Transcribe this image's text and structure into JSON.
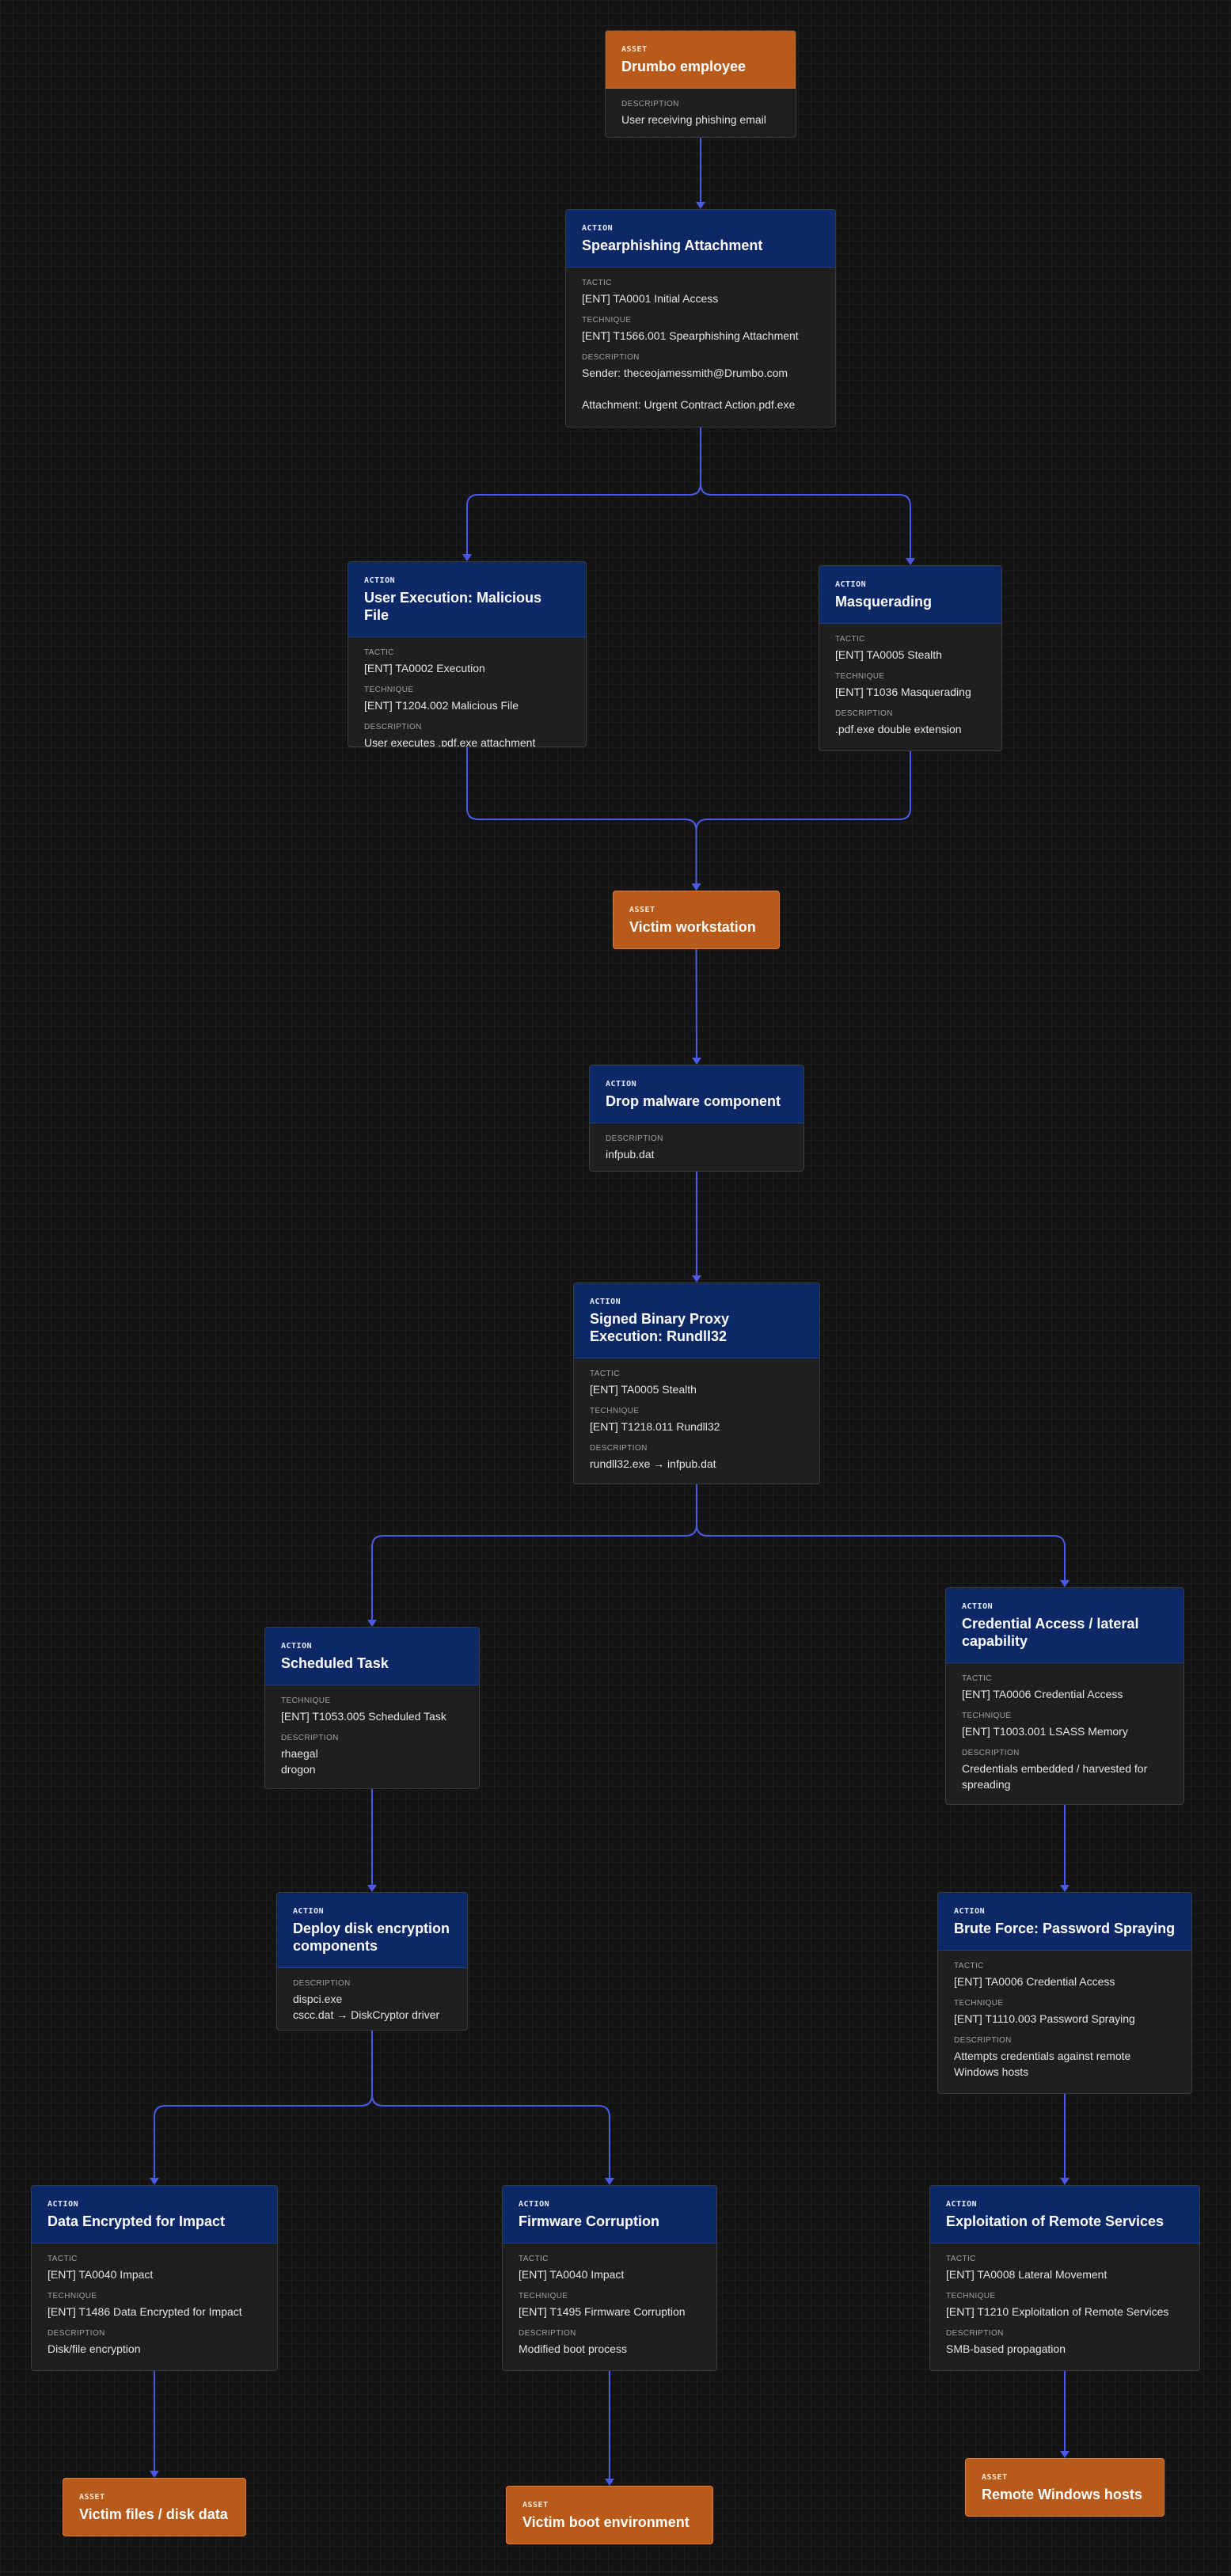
{
  "nodes": [
    {
      "id": "n1",
      "type": "asset-desc",
      "kind": "ASSET",
      "title": "Drumbo employee",
      "sections": [
        {
          "label": "DESCRIPTION",
          "value": "User receiving phishing email"
        }
      ]
    },
    {
      "id": "n2",
      "type": "action",
      "kind": "ACTION",
      "title": "Spearphishing Attachment",
      "sections": [
        {
          "label": "TACTIC",
          "value": "[ENT] TA0001 Initial Access"
        },
        {
          "label": "TECHNIQUE",
          "value": "[ENT] T1566.001 Spearphishing Attachment"
        },
        {
          "label": "DESCRIPTION",
          "value": "Sender: theceojamessmith@Drumbo.com\n\nAttachment: Urgent Contract Action.pdf.exe"
        }
      ]
    },
    {
      "id": "n3",
      "type": "action",
      "kind": "ACTION",
      "title": "User Execution: Malicious File",
      "sections": [
        {
          "label": "TACTIC",
          "value": "[ENT] TA0002 Execution"
        },
        {
          "label": "TECHNIQUE",
          "value": "[ENT] T1204.002 Malicious File"
        },
        {
          "label": "DESCRIPTION",
          "value": "User executes .pdf.exe attachment"
        }
      ]
    },
    {
      "id": "n4",
      "type": "action",
      "kind": "ACTION",
      "title": "Masquerading",
      "sections": [
        {
          "label": "TACTIC",
          "value": "[ENT] TA0005 Stealth"
        },
        {
          "label": "TECHNIQUE",
          "value": "[ENT] T1036 Masquerading"
        },
        {
          "label": "DESCRIPTION",
          "value": ".pdf.exe double extension"
        }
      ]
    },
    {
      "id": "n5",
      "type": "asset",
      "kind": "ASSET",
      "title": "Victim workstation",
      "sections": []
    },
    {
      "id": "n6",
      "type": "action",
      "kind": "ACTION",
      "title": "Drop malware component",
      "sections": [
        {
          "label": "DESCRIPTION",
          "value": "infpub.dat"
        }
      ]
    },
    {
      "id": "n7",
      "type": "action",
      "kind": "ACTION",
      "title": "Signed Binary Proxy Execution: Rundll32",
      "sections": [
        {
          "label": "TACTIC",
          "value": "[ENT] TA0005 Stealth"
        },
        {
          "label": "TECHNIQUE",
          "value": "[ENT] T1218.011 Rundll32"
        },
        {
          "label": "DESCRIPTION",
          "value": "rundll32.exe → infpub.dat"
        }
      ]
    },
    {
      "id": "n8",
      "type": "action",
      "kind": "ACTION",
      "title": "Scheduled Task",
      "sections": [
        {
          "label": "TECHNIQUE",
          "value": "[ENT] T1053.005 Scheduled Task"
        },
        {
          "label": "DESCRIPTION",
          "value": "rhaegal\ndrogon"
        }
      ]
    },
    {
      "id": "n9",
      "type": "action",
      "kind": "ACTION",
      "title": "Credential Access / lateral capability",
      "sections": [
        {
          "label": "TACTIC",
          "value": "[ENT] TA0006 Credential Access"
        },
        {
          "label": "TECHNIQUE",
          "value": "[ENT] T1003.001 LSASS Memory"
        },
        {
          "label": "DESCRIPTION",
          "value": "Credentials embedded / harvested for spreading"
        }
      ]
    },
    {
      "id": "n10",
      "type": "action",
      "kind": "ACTION",
      "title": "Deploy disk encryption components",
      "sections": [
        {
          "label": "DESCRIPTION",
          "value": "dispci.exe\ncscc.dat → DiskCryptor driver"
        }
      ]
    },
    {
      "id": "n11",
      "type": "action",
      "kind": "ACTION",
      "title": "Brute Force: Password Spraying",
      "sections": [
        {
          "label": "TACTIC",
          "value": "[ENT] TA0006 Credential Access"
        },
        {
          "label": "TECHNIQUE",
          "value": "[ENT] T1110.003 Password Spraying"
        },
        {
          "label": "DESCRIPTION",
          "value": "Attempts credentials against remote Windows hosts"
        }
      ]
    },
    {
      "id": "n12",
      "type": "action",
      "kind": "ACTION",
      "title": "Data Encrypted for Impact",
      "sections": [
        {
          "label": "TACTIC",
          "value": "[ENT] TA0040 Impact"
        },
        {
          "label": "TECHNIQUE",
          "value": "[ENT] T1486 Data Encrypted for Impact"
        },
        {
          "label": "DESCRIPTION",
          "value": "Disk/file encryption"
        }
      ]
    },
    {
      "id": "n13",
      "type": "action",
      "kind": "ACTION",
      "title": "Firmware Corruption",
      "sections": [
        {
          "label": "TACTIC",
          "value": "[ENT] TA0040 Impact"
        },
        {
          "label": "TECHNIQUE",
          "value": "[ENT] T1495 Firmware Corruption"
        },
        {
          "label": "DESCRIPTION",
          "value": "Modified boot process"
        }
      ]
    },
    {
      "id": "n14",
      "type": "action",
      "kind": "ACTION",
      "title": "Exploitation of Remote Services",
      "sections": [
        {
          "label": "TACTIC",
          "value": "[ENT] TA0008 Lateral Movement"
        },
        {
          "label": "TECHNIQUE",
          "value": "[ENT] T1210 Exploitation of Remote Services"
        },
        {
          "label": "DESCRIPTION",
          "value": "SMB-based propagation"
        }
      ]
    },
    {
      "id": "n15",
      "type": "asset",
      "kind": "ASSET",
      "title": "Victim files / disk data",
      "sections": []
    },
    {
      "id": "n16",
      "type": "asset",
      "kind": "ASSET",
      "title": "Victim boot environment",
      "sections": []
    },
    {
      "id": "n17",
      "type": "asset",
      "kind": "ASSET",
      "title": "Remote Windows hosts",
      "sections": []
    }
  ],
  "edges": [
    [
      "n1",
      "n2"
    ],
    [
      "n2",
      "n3"
    ],
    [
      "n2",
      "n4"
    ],
    [
      "n3",
      "n5"
    ],
    [
      "n4",
      "n5"
    ],
    [
      "n5",
      "n6"
    ],
    [
      "n6",
      "n7"
    ],
    [
      "n7",
      "n8"
    ],
    [
      "n7",
      "n9"
    ],
    [
      "n8",
      "n10"
    ],
    [
      "n9",
      "n11"
    ],
    [
      "n10",
      "n12"
    ],
    [
      "n10",
      "n13"
    ],
    [
      "n11",
      "n14"
    ],
    [
      "n12",
      "n15"
    ],
    [
      "n13",
      "n16"
    ],
    [
      "n14",
      "n17"
    ]
  ],
  "colors": {
    "edge": "#4a5ae6",
    "action_header": "#0c2866",
    "asset": "#b85a1a"
  }
}
